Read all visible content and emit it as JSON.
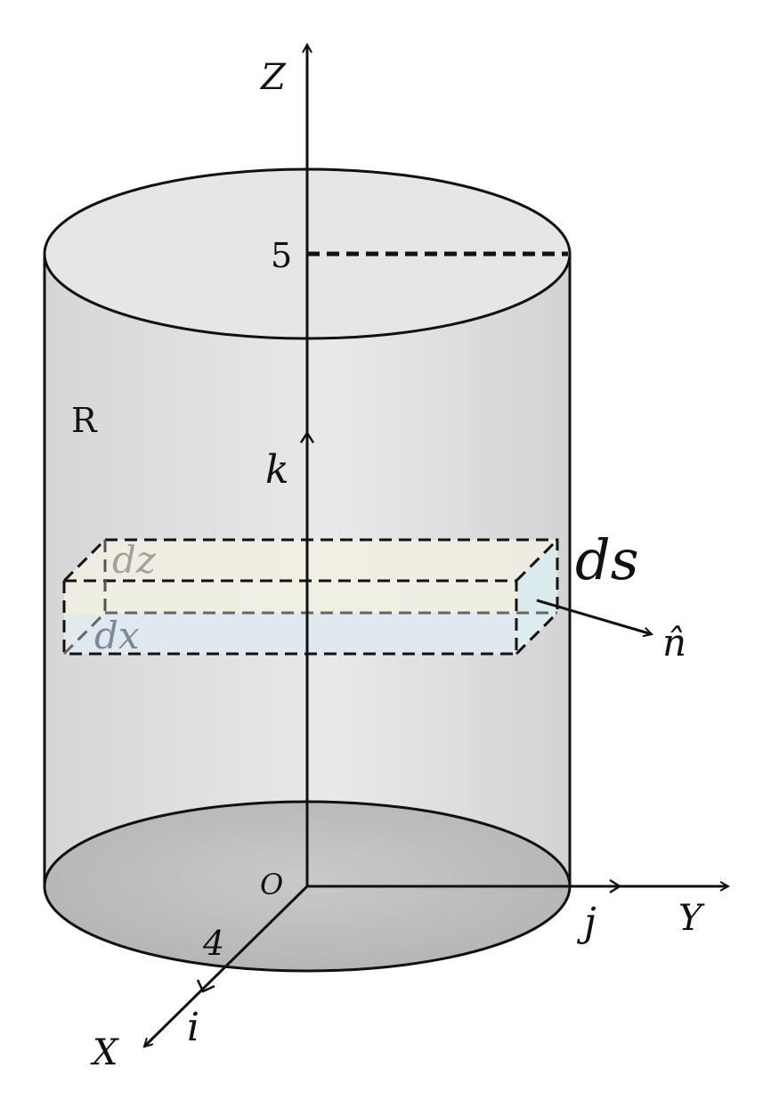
{
  "labels": {
    "axis_z": "Z",
    "axis_y": "Y",
    "axis_x": "X",
    "origin": "O",
    "height_value": "5",
    "radius_value": "4",
    "region": "R",
    "unit_k": "k",
    "unit_j": "j",
    "unit_i": "i",
    "element_ds": "ds",
    "element_dz": "dz",
    "element_dx": "dx",
    "normal": "n̂"
  }
}
